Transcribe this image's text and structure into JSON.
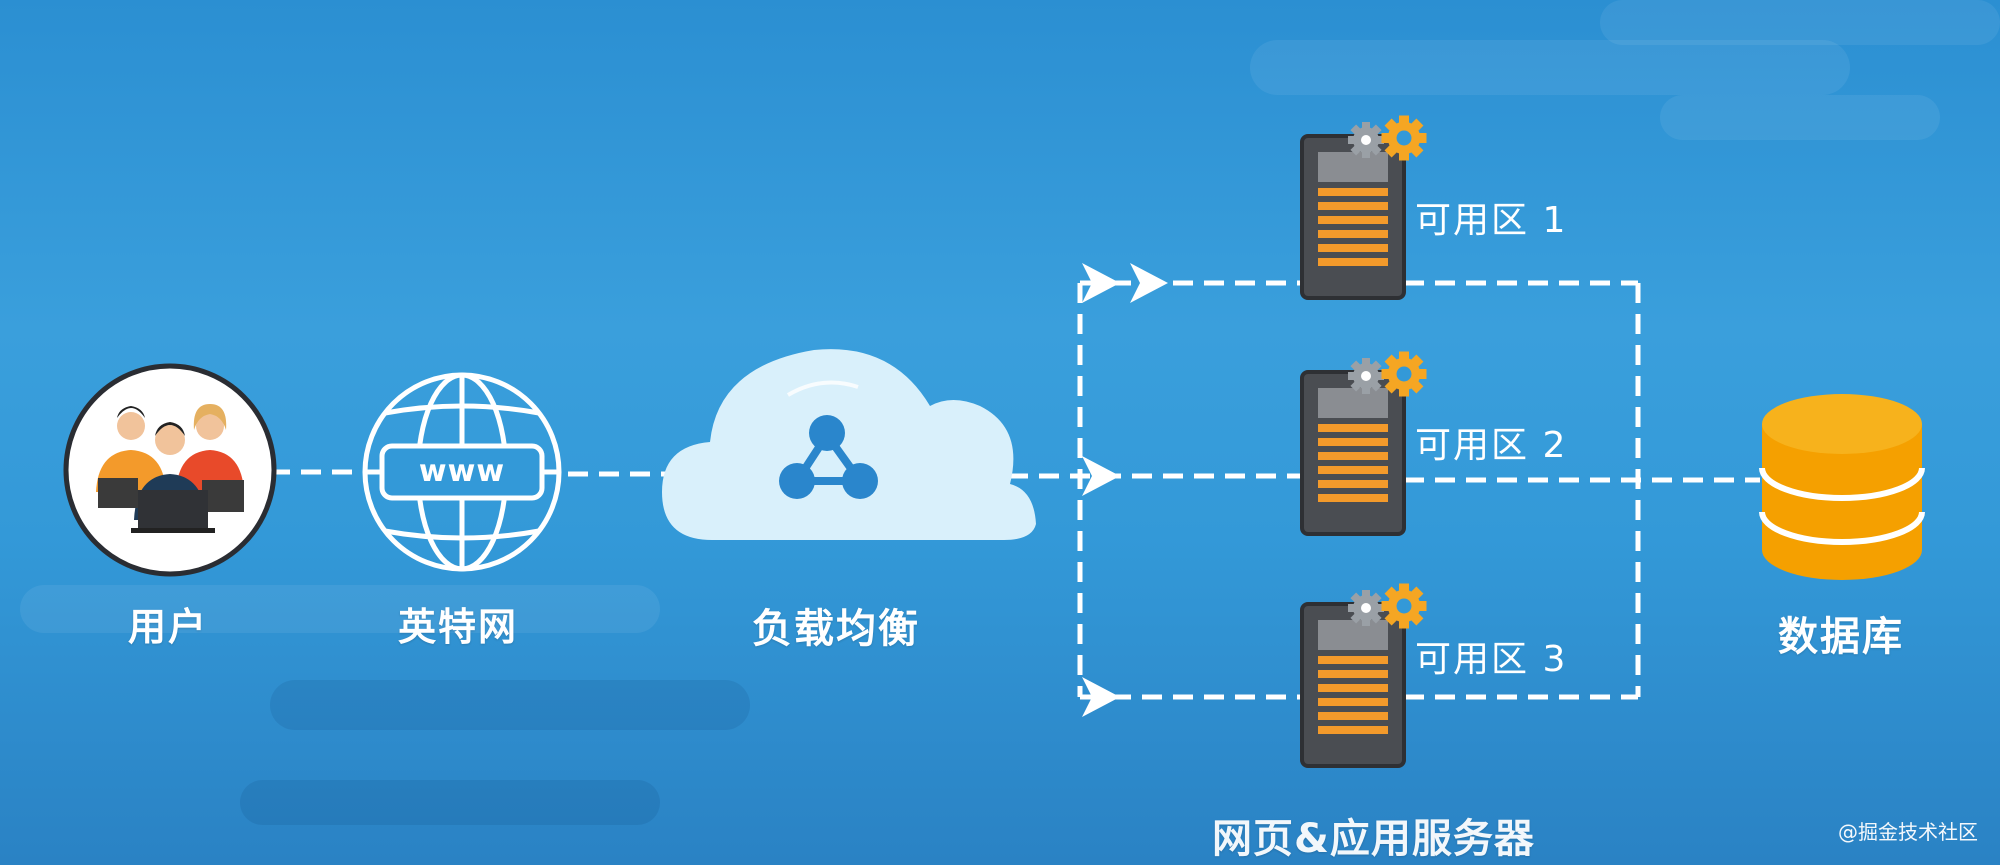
{
  "nodes": {
    "users": {
      "label": "用户"
    },
    "internet": {
      "label": "英特网",
      "badge": "www"
    },
    "load_balancer": {
      "label": "负载均衡"
    },
    "servers": {
      "zones": [
        "可用区 1",
        "可用区 2",
        "可用区 3"
      ],
      "group_label": "网页&应用服务器"
    },
    "database": {
      "label": "数据库"
    }
  },
  "watermark": "@掘金技术社区",
  "colors": {
    "background": "#3399d8",
    "line": "#ffffff",
    "server_body": "#4a4d52",
    "server_stripe": "#f39a2b",
    "gear_gold": "#f5a623",
    "database": "#f5a000",
    "cloud": "#d9f0fb",
    "lb_icon": "#2a86cc",
    "users_ring": "#2a2d33"
  }
}
